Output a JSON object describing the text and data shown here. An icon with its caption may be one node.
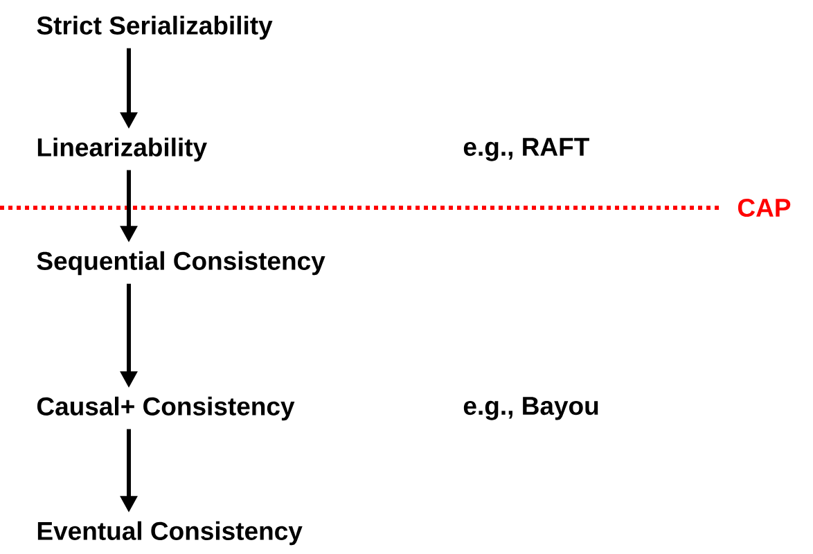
{
  "diagram": {
    "nodes": [
      {
        "text": [
          "Strict Serializability"
        ]
      },
      {
        "text": [
          "Linearizability"
        ]
      },
      {
        "text": [
          "Sequential Consistency"
        ]
      },
      {
        "text": [
          "Causal+ Consistency"
        ]
      },
      {
        "text": [
          "Eventual Consistency"
        ]
      }
    ],
    "edges": [
      {
        "from": 0,
        "to": 1,
        "arrow": "to"
      },
      {
        "from": 1,
        "to": 2,
        "arrow": "to"
      },
      {
        "from": 2,
        "to": 3,
        "arrow": "to"
      },
      {
        "from": 3,
        "to": 4,
        "arrow": "to"
      }
    ],
    "labels": [
      "e.g., RAFT",
      "CAP",
      "e.g., Bayou"
    ]
  }
}
